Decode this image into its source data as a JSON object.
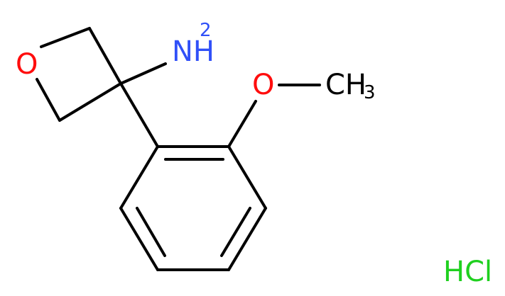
{
  "molecule": {
    "atoms": {
      "oxetane_oxygen": "O",
      "amine": "NH",
      "amine_subscript": "2",
      "methoxy_oxygen": "O",
      "methyl": "CH",
      "methyl_subscript": "3",
      "salt": "HCl"
    },
    "colors": {
      "bond": "#000000",
      "oxygen": "#ff0d0d",
      "nitrogen": "#3050f8",
      "chlorine": "#1fd01f",
      "carbon_label": "#000000"
    }
  }
}
